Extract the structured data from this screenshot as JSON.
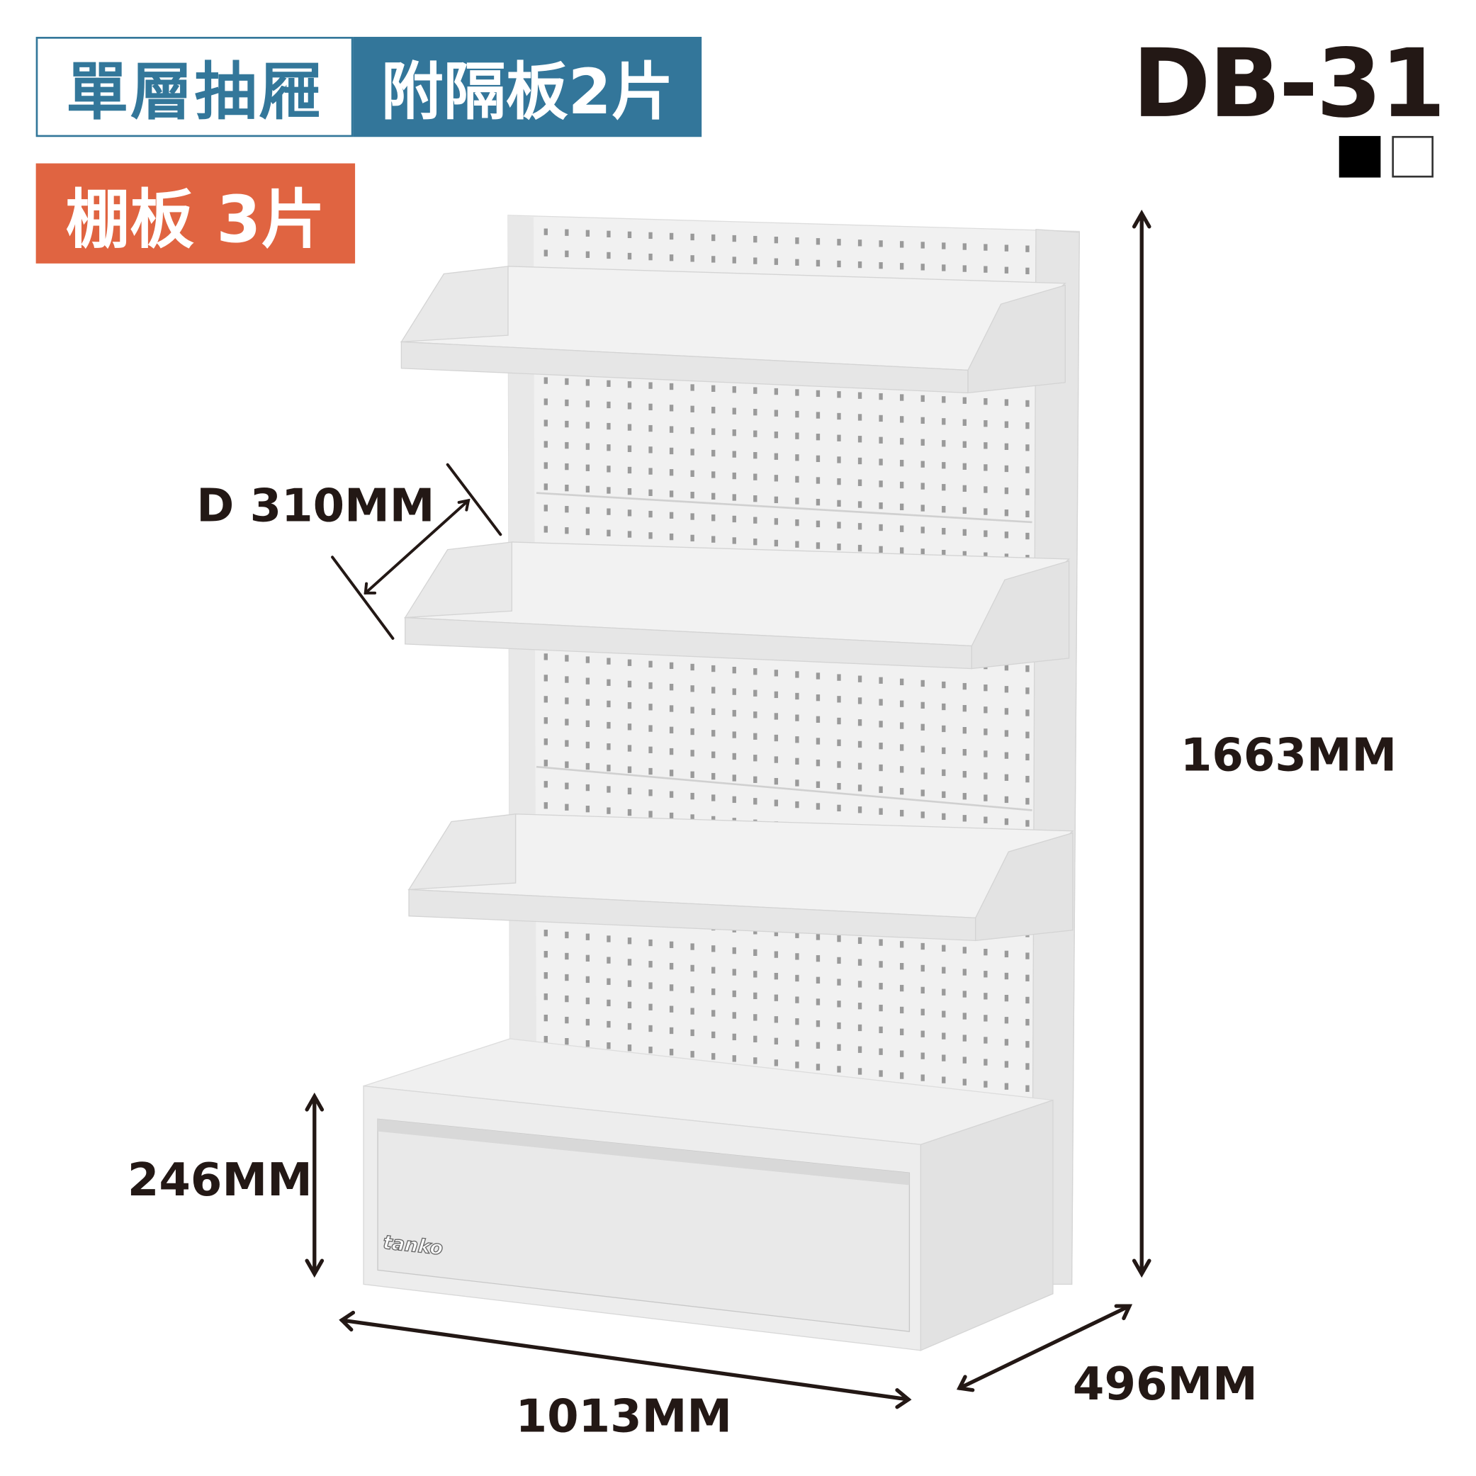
{
  "header": {
    "drawer_label": "單層抽屜",
    "divider_label": "附隔板2片",
    "shelf_label": "棚板 3片",
    "model": "DB-31"
  },
  "colors": {
    "options": [
      "#000000",
      "#ffffff"
    ],
    "blue": "#33769a",
    "orange": "#e06441"
  },
  "dimensions": {
    "depth": "D 310MM",
    "height": "1663MM",
    "drawer_height": "246MM",
    "width": "1013MM",
    "side_depth": "496MM"
  },
  "brand": "tanko"
}
